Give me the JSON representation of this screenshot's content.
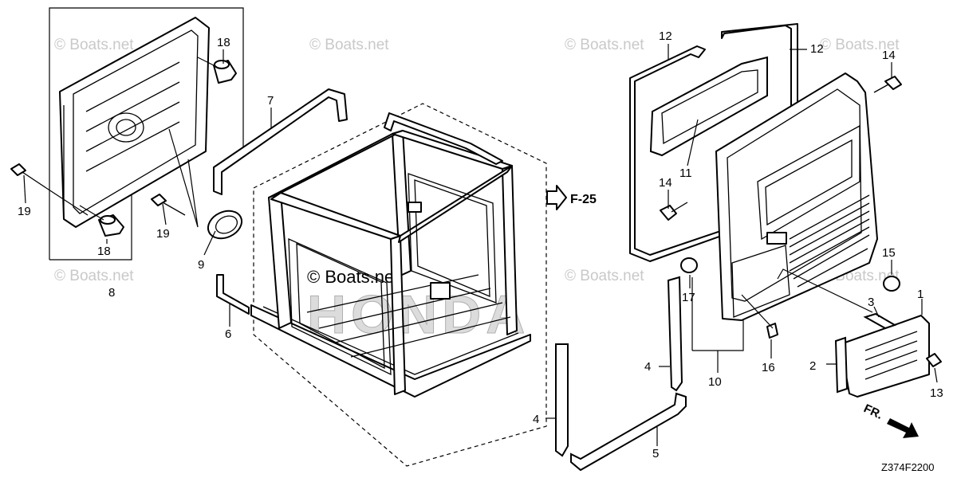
{
  "watermarks": {
    "text": "© Boats.net",
    "center_text": "© Boats.net",
    "brand_text": "HONDA"
  },
  "callouts": {
    "p1": "1",
    "p2": "2",
    "p3": "3",
    "p4a": "4",
    "p4b": "4",
    "p5": "5",
    "p6": "6",
    "p7": "7",
    "p8": "8",
    "p9": "9",
    "p10": "10",
    "p11": "11",
    "p12a": "12",
    "p12b": "12",
    "p13": "13",
    "p14a": "14",
    "p14b": "14",
    "p15": "15",
    "p16": "16",
    "p17": "17",
    "p18a": "18",
    "p18b": "18",
    "p19a": "19",
    "p19b": "19"
  },
  "reference": {
    "label": "F-25"
  },
  "direction": {
    "label": "FR."
  },
  "diagram_code": "Z374F2200"
}
